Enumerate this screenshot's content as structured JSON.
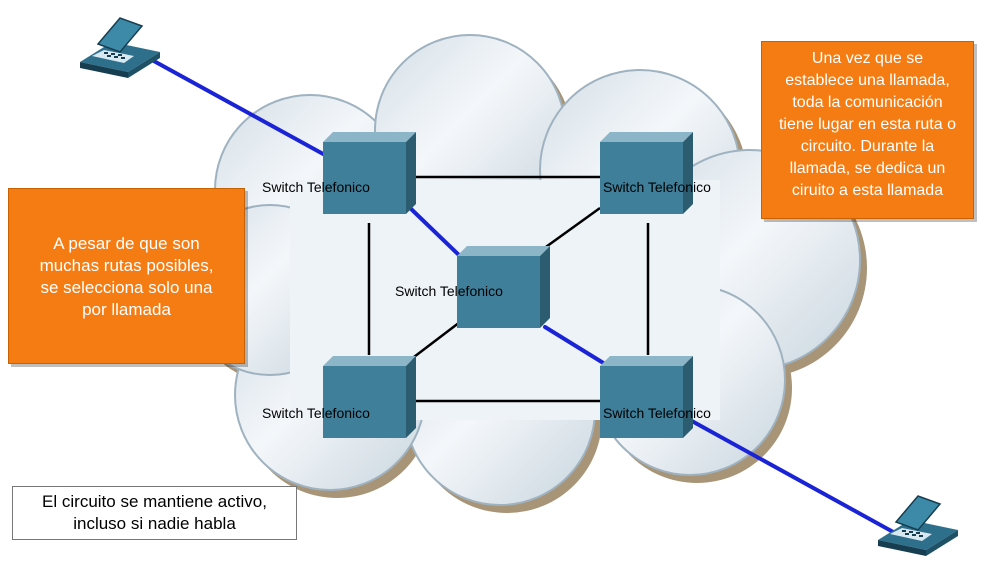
{
  "switch_label": "Switch Telefonico",
  "notes": {
    "left": [
      "A pesar de que son",
      "muchas rutas posibles,",
      "se selecciona solo una",
      "por llamada"
    ],
    "right": [
      "Una vez que se",
      "establece una llamada,",
      "toda la comunicación",
      "tiene lugar en esta ruta o",
      "circuito. Durante la",
      "llamada, se dedica un",
      "ciruito a esta llamada"
    ],
    "bottom": [
      "El circuito se mantiene activo,",
      "incluso si nadie habla"
    ]
  },
  "icons": {
    "phone": "telephone-icon",
    "switch": "switch-cube-icon",
    "cloud": "network-cloud"
  },
  "colors": {
    "note_orange": "#f57c12",
    "active_path": "#1a24d6",
    "link": "#000000",
    "cloud_fill": "#e4ecf2",
    "switch_face": "#3f7f99"
  }
}
